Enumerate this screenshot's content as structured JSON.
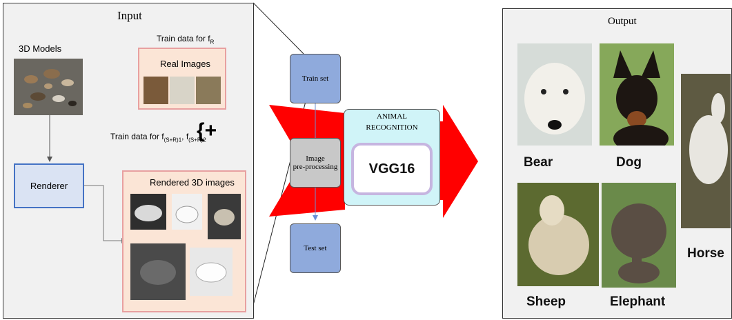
{
  "input_panel": {
    "title": "Input",
    "models_label": "3D Models",
    "train_fr_label": "Train data for f",
    "train_fr_sub": "R",
    "train_fsr_label": "Train data for f",
    "train_fsr_sub1": "(S+R)1",
    "train_fsr_mid": ", f",
    "train_fsr_sub2": "(S+R)2",
    "plus_symbol": "{+",
    "real_images_title": "Real Images",
    "renderer_label": "Renderer",
    "rendered_title": "Rendered 3D images"
  },
  "pipeline": {
    "train_set": "Train set",
    "preprocess_line1": "Image",
    "preprocess_line2": "pre-processing",
    "test_set": "Test set"
  },
  "recognition": {
    "title_line1": "ANIMAL",
    "title_line2": "RECOGNITION",
    "model_name": "VGG16"
  },
  "output_panel": {
    "title": "Output",
    "animals": [
      "Bear",
      "Dog",
      "Sheep",
      "Elephant",
      "Horse"
    ]
  },
  "colors": {
    "real_box_fill": "#fbe5d6",
    "real_box_border": "#e8a0a0",
    "renderer_fill": "#dae3f3",
    "renderer_border": "#4472c4",
    "pipeline_node_fill": "#8faadc",
    "preprocess_fill": "#c8c8c8",
    "recognition_fill": "#d0f4f8",
    "arrow_red": "#ff0000"
  }
}
